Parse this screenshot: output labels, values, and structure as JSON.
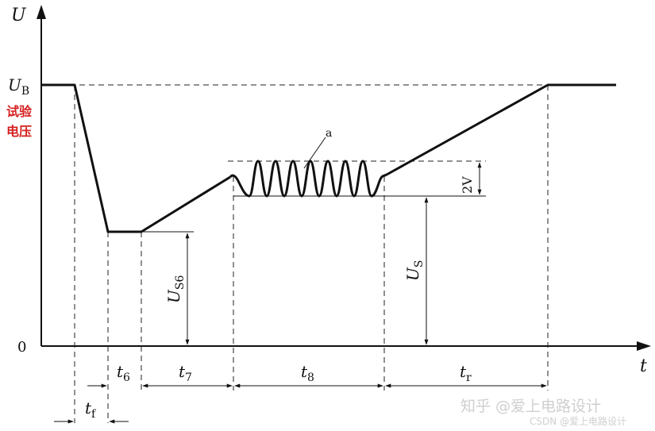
{
  "axes": {
    "y_label_main": "U",
    "x_label_main": "t",
    "origin_label": "0"
  },
  "levels": {
    "ub_main": "U",
    "ub_sub": "B",
    "ub_caption_line1": "试验",
    "ub_caption_line2": "电压",
    "us6_main": "U",
    "us6_sub": "S6",
    "us_main": "U",
    "us_sub": "S",
    "ripple_amp": "2V",
    "ripple_marker": "a"
  },
  "intervals": {
    "t6_main": "t",
    "t6_sub": "6",
    "t7_main": "t",
    "t7_sub": "7",
    "t8_main": "t",
    "t8_sub": "8",
    "tr_main": "t",
    "tr_sub": "r",
    "tf_main": "t",
    "tf_sub": "f"
  },
  "watermark": {
    "zhihu": "知乎 @爱上电路设计",
    "csdn": "CSDN @爱上电路设计"
  }
}
